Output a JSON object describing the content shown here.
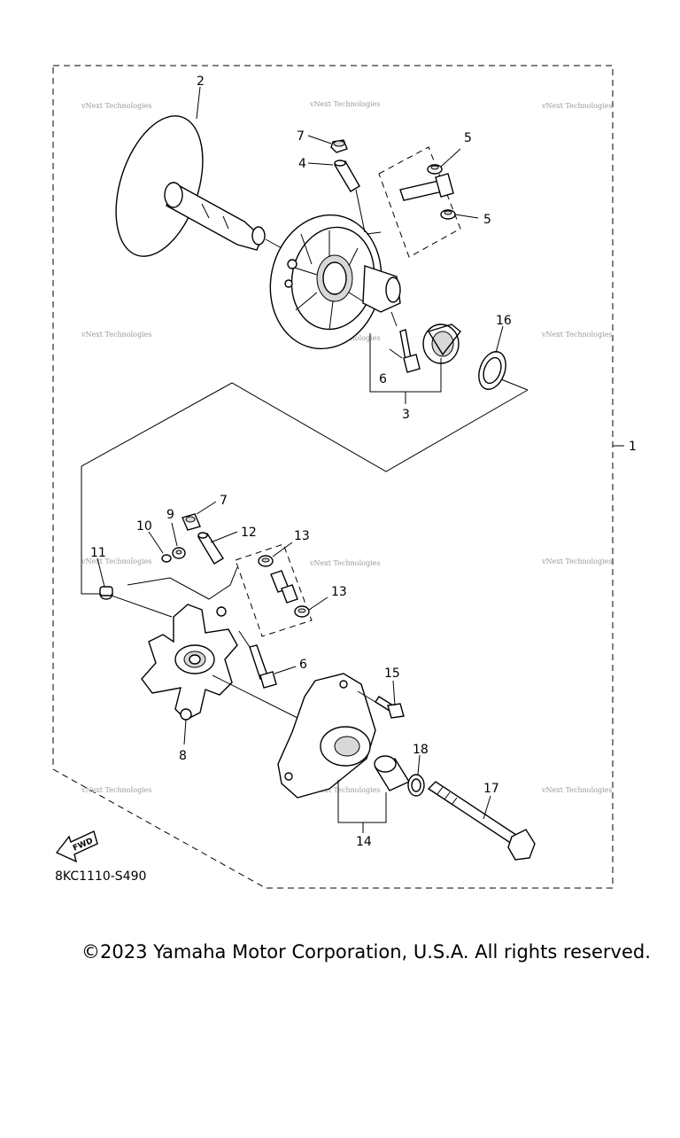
{
  "diagram": {
    "figure_code": "8KC1110-S490",
    "fwd_label": "FWD",
    "watermark": "vNext Technologies",
    "callouts": {
      "c1": "1",
      "c2": "2",
      "c3": "3",
      "c4": "4",
      "c5a": "5",
      "c5b": "5",
      "c6a": "6",
      "c6b": "6",
      "c7a": "7",
      "c7b": "7",
      "c8": "8",
      "c9": "9",
      "c10": "10",
      "c11": "11",
      "c12": "12",
      "c13a": "13",
      "c13b": "13",
      "c14": "14",
      "c15": "15",
      "c16": "16",
      "c17": "17",
      "c18": "18"
    }
  },
  "footer": {
    "copyright": "©2023 Yamaha Motor Corporation, U.S.A. All rights reserved."
  }
}
